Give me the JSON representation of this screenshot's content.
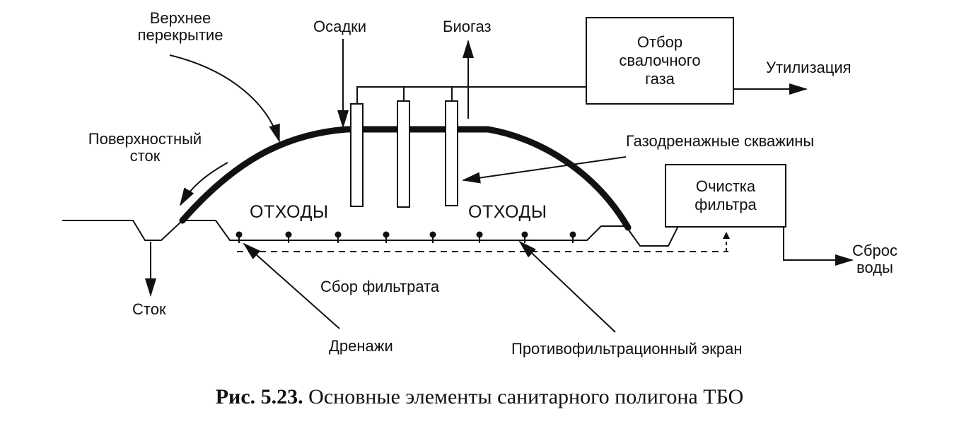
{
  "labels": {
    "top_cover": "Верхнее\nперекрытие",
    "precipitation": "Осадки",
    "biogas": "Биогаз",
    "surface_runoff": "Поверхностный\nсток",
    "gas_wells": "Газодренажные скважины",
    "waste_left": "ОТХОДЫ",
    "waste_right": "ОТХОДЫ",
    "runoff": "Сток",
    "leachate_collection": "Сбор фильтрата",
    "drains": "Дренажи",
    "liner": "Противофильтрационный экран",
    "utilization": "Утилизация",
    "water_discharge": "Сброс\nводы"
  },
  "boxes": {
    "gas_extraction": "Отбор\nсвалочного\nгаза",
    "leachate_treatment": "Очистка\nфильтра"
  },
  "caption": {
    "number": "Рис. 5.23.",
    "text": "Основные элементы санитарного полигона ТБО"
  }
}
